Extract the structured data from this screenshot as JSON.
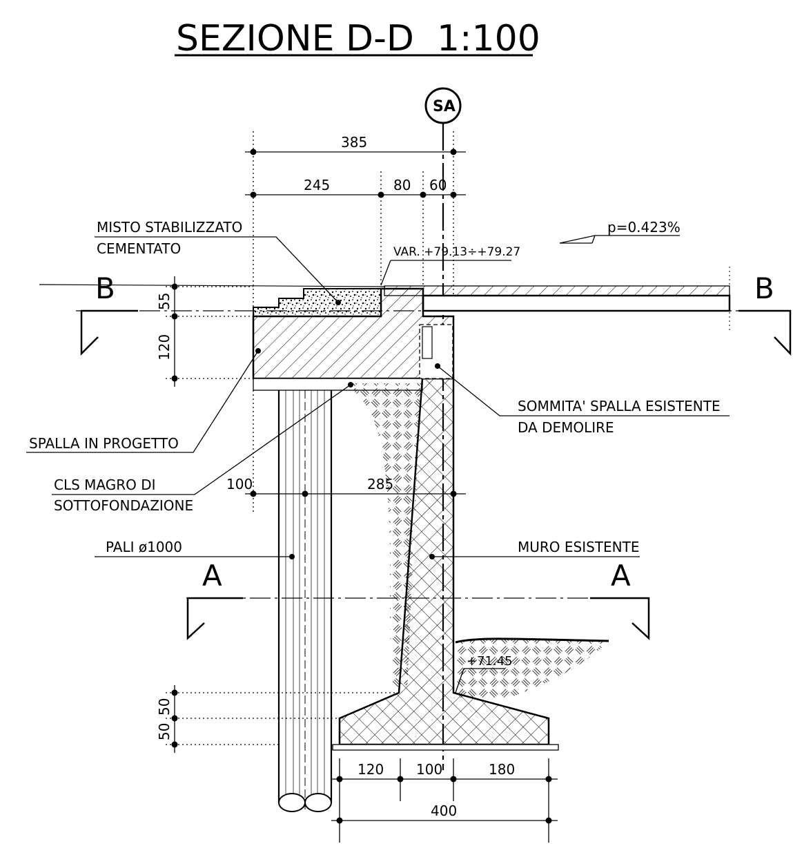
{
  "title": "SEZIONE D-D  1:100",
  "axis_marker": "SA",
  "section_marks": {
    "b": "B",
    "a": "A"
  },
  "slope": "p=0.423%",
  "elevation_top": "VAR. +79.13÷+79.27",
  "elevation_ground": "+71.45",
  "labels": {
    "misto_line1": "MISTO STABILIZZATO",
    "misto_line2": "CEMENTATO",
    "spalla_progetto": "SPALLA IN PROGETTO",
    "cls_line1": "CLS MAGRO DI",
    "cls_line2": "SOTTOFONDAZIONE",
    "pali": "PALI ø1000",
    "sommita_line1": "SOMMITA' SPALLA ESISTENTE",
    "sommita_line2": "DA DEMOLIRE",
    "muro": "MURO ESISTENTE"
  },
  "dimensions": {
    "d385": "385",
    "d245": "245",
    "d80": "80",
    "d60": "60",
    "d55": "55",
    "d120v": "120",
    "d100a": "100",
    "d285": "285",
    "d50a": "50",
    "d50b": "50",
    "d120b": "120",
    "d100b": "100",
    "d180": "180",
    "d400": "400"
  }
}
